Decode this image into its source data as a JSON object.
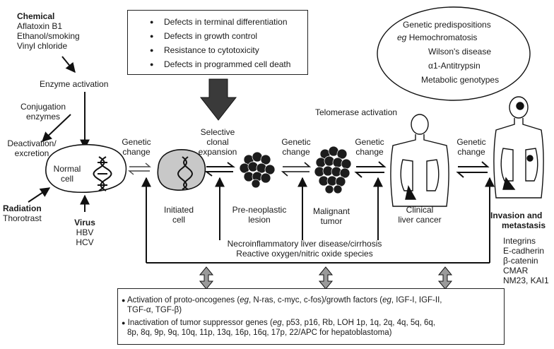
{
  "chemical": {
    "title": "Chemical",
    "items": [
      "Aflatoxin B1",
      "Ethanol/smoking",
      "Vinyl chloride"
    ]
  },
  "enzyme_activation": "Enzyme activation",
  "conjugation": [
    "Conjugation",
    "enzymes"
  ],
  "deactivation": [
    "Deactivation/",
    "excretion"
  ],
  "normal_cell": [
    "Normal",
    "cell"
  ],
  "radiation": {
    "title": "Radiation",
    "item": "Thorotrast"
  },
  "virus": {
    "title": "Virus",
    "items": [
      "HBV",
      "HCV"
    ]
  },
  "top_box": {
    "items": [
      "Defects in terminal differentiation",
      "Defects in growth control",
      "Resistance to cytotoxicity",
      "Defects in programmed cell death"
    ]
  },
  "genetic_predispositions": {
    "title": "Genetic predispositions",
    "eg_prefix": "eg",
    "first": "Hemochromatosis",
    "items": [
      "Wilson's disease",
      "α1-Antitrypsin",
      "Metabolic genotypes"
    ]
  },
  "telomerase": "Telomerase activation",
  "genetic_change": [
    "Genetic",
    "change"
  ],
  "selective": [
    "Selective",
    "clonal",
    "expansion"
  ],
  "stages": {
    "initiated": [
      "Initiated",
      "cell"
    ],
    "preneoplastic": [
      "Pre-neoplastic",
      "lesion"
    ],
    "malignant": [
      "Malignant",
      "tumor"
    ],
    "clinical": [
      "Clinical",
      "liver cancer"
    ]
  },
  "invasion": {
    "title": [
      "Invasion and",
      "metastasis"
    ],
    "items": [
      "Integrins",
      "E-cadherin",
      "β-catenin",
      "CMAR",
      "NM23, KAI1"
    ]
  },
  "necro": [
    "Necroinflammatory liver disease/cirrhosis",
    "Reactive oxygen/nitric oxide species"
  ],
  "bottom_box": {
    "line1a": "Activation of proto-oncogenes (",
    "line1_eg": "eg",
    "line1b": ", N-ras, c-myc, c-fos)/growth factors (",
    "line1_eg2": "eg",
    "line1c": ",  IGF-I, IGF-II,",
    "line2": "TGF-α, TGF-β)",
    "line3a": "Inactivation of tumor suppressor genes (",
    "line3_eg": "eg",
    "line3b": ", p53, p16, Rb, LOH 1p, 1q, 2q, 4q, 5q, 6q,",
    "line4": "8p, 8q, 9p, 9q, 10q, 11p, 13q, 16p, 16q, 17p, 22/APC for hepatoblastoma)"
  }
}
